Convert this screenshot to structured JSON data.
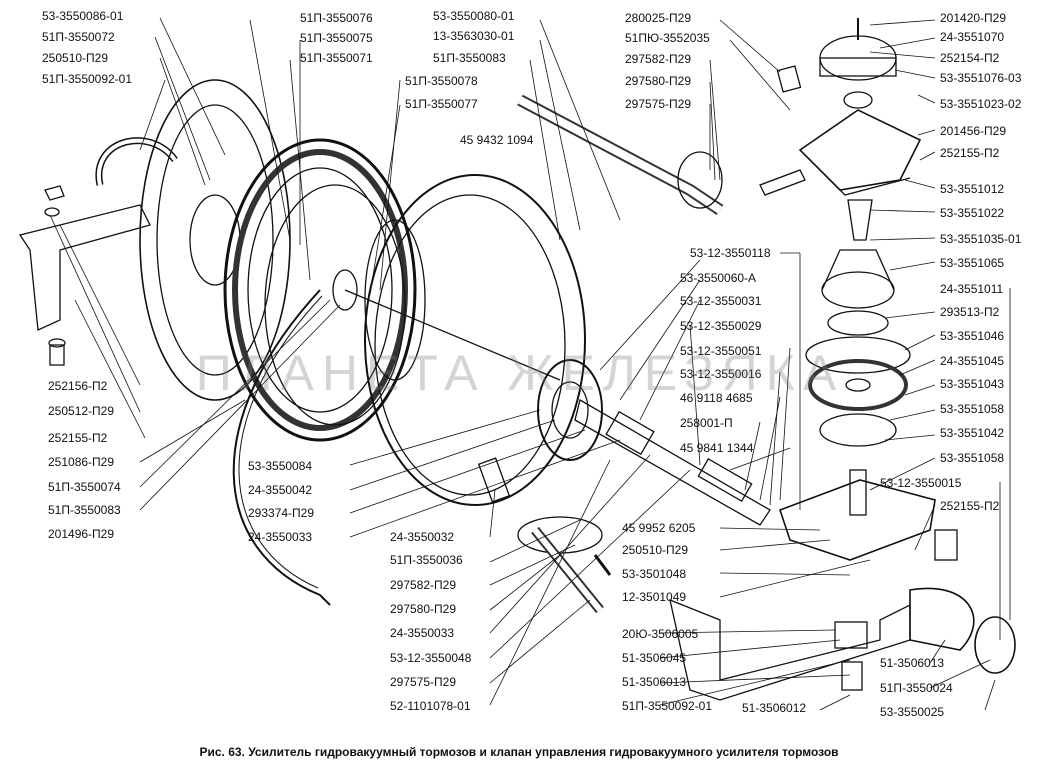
{
  "caption": "Рис. 63. Усилитель гидровакуумный тормозов и клапан управления гидровакуумного усилителя тормозов",
  "watermark": "ПЛАНЕТА ЖЕЛЕЗЯКА",
  "colors": {
    "ink": "#111111",
    "paper": "#ffffff",
    "watermark": "#8a8a8a"
  },
  "labels": [
    "53-3550086-01",
    "51П-3550072",
    "250510-П29",
    "51П-3550092-01",
    "51П-3550076",
    "51П-3550075",
    "51П-3550071",
    "53-3550080-01",
    "13-3563030-01",
    "51П-3550083",
    "51П-3550078",
    "51П-3550077",
    "45 9432 1094",
    "280025-П29",
    "51ПЮ-3552035",
    "297582-П29",
    "297580-П29",
    "297575-П29",
    "201420-П29",
    "24-3551070",
    "252154-П2",
    "53-3551076-03",
    "53-3551023-02",
    "201456-П29",
    "252155-П2",
    "53-3551012",
    "53-3551022",
    "53-3551035-01",
    "53-12-3550118",
    "53-3551065",
    "24-3551011",
    "293513-П2",
    "53-3551046",
    "24-3551045",
    "53-3551043",
    "53-3551058",
    "53-3551042",
    "53-3551058",
    "53-12-3550015",
    "252155-П2",
    "53-3550060-А",
    "53-12-3550031",
    "53-12-3550029",
    "53-12-3550051",
    "53-12-3550016",
    "46 9118 4685",
    "258001-П",
    "45 9841 1344",
    "252156-П2",
    "250512-П29",
    "252155-П2",
    "251086-П29",
    "51П-3550074",
    "51П-3550083",
    "201496-П29",
    "53-3550084",
    "24-3550042",
    "293374-П29",
    "24-3550033",
    "24-3550032",
    "51П-3550036",
    "297582-П29",
    "297580-П29",
    "24-3550033",
    "53-12-3550048",
    "297575-П29",
    "52-1101078-01",
    "45 9952 6205",
    "250510-П29",
    "53-3501048",
    "12-3501049",
    "20Ю-3506005",
    "51-3506045",
    "51-3506013",
    "51П-3550092-01",
    "51-3506012",
    "51-3506013",
    "51П-3550024",
    "53-3550025"
  ]
}
